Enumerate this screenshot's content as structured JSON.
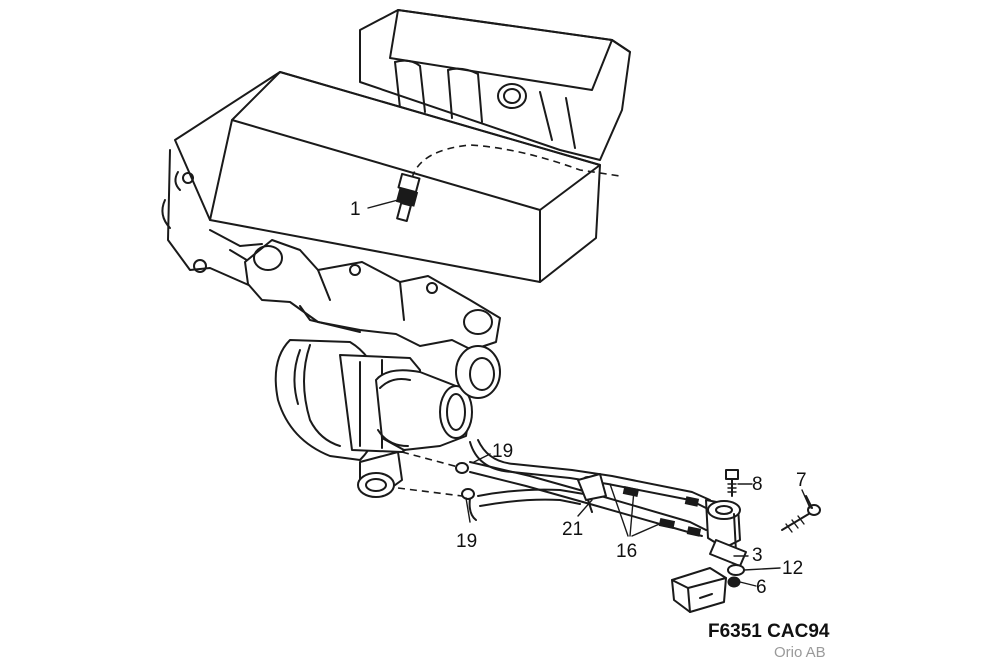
{
  "callouts": {
    "c1": "1",
    "c3": "3",
    "c6": "6",
    "c7": "7",
    "c8": "8",
    "c12": "12",
    "c16": "16",
    "c19a": "19",
    "c19b": "19",
    "c21": "21"
  },
  "figure_code": "F6351 CAC94",
  "credit": "Orio AB"
}
